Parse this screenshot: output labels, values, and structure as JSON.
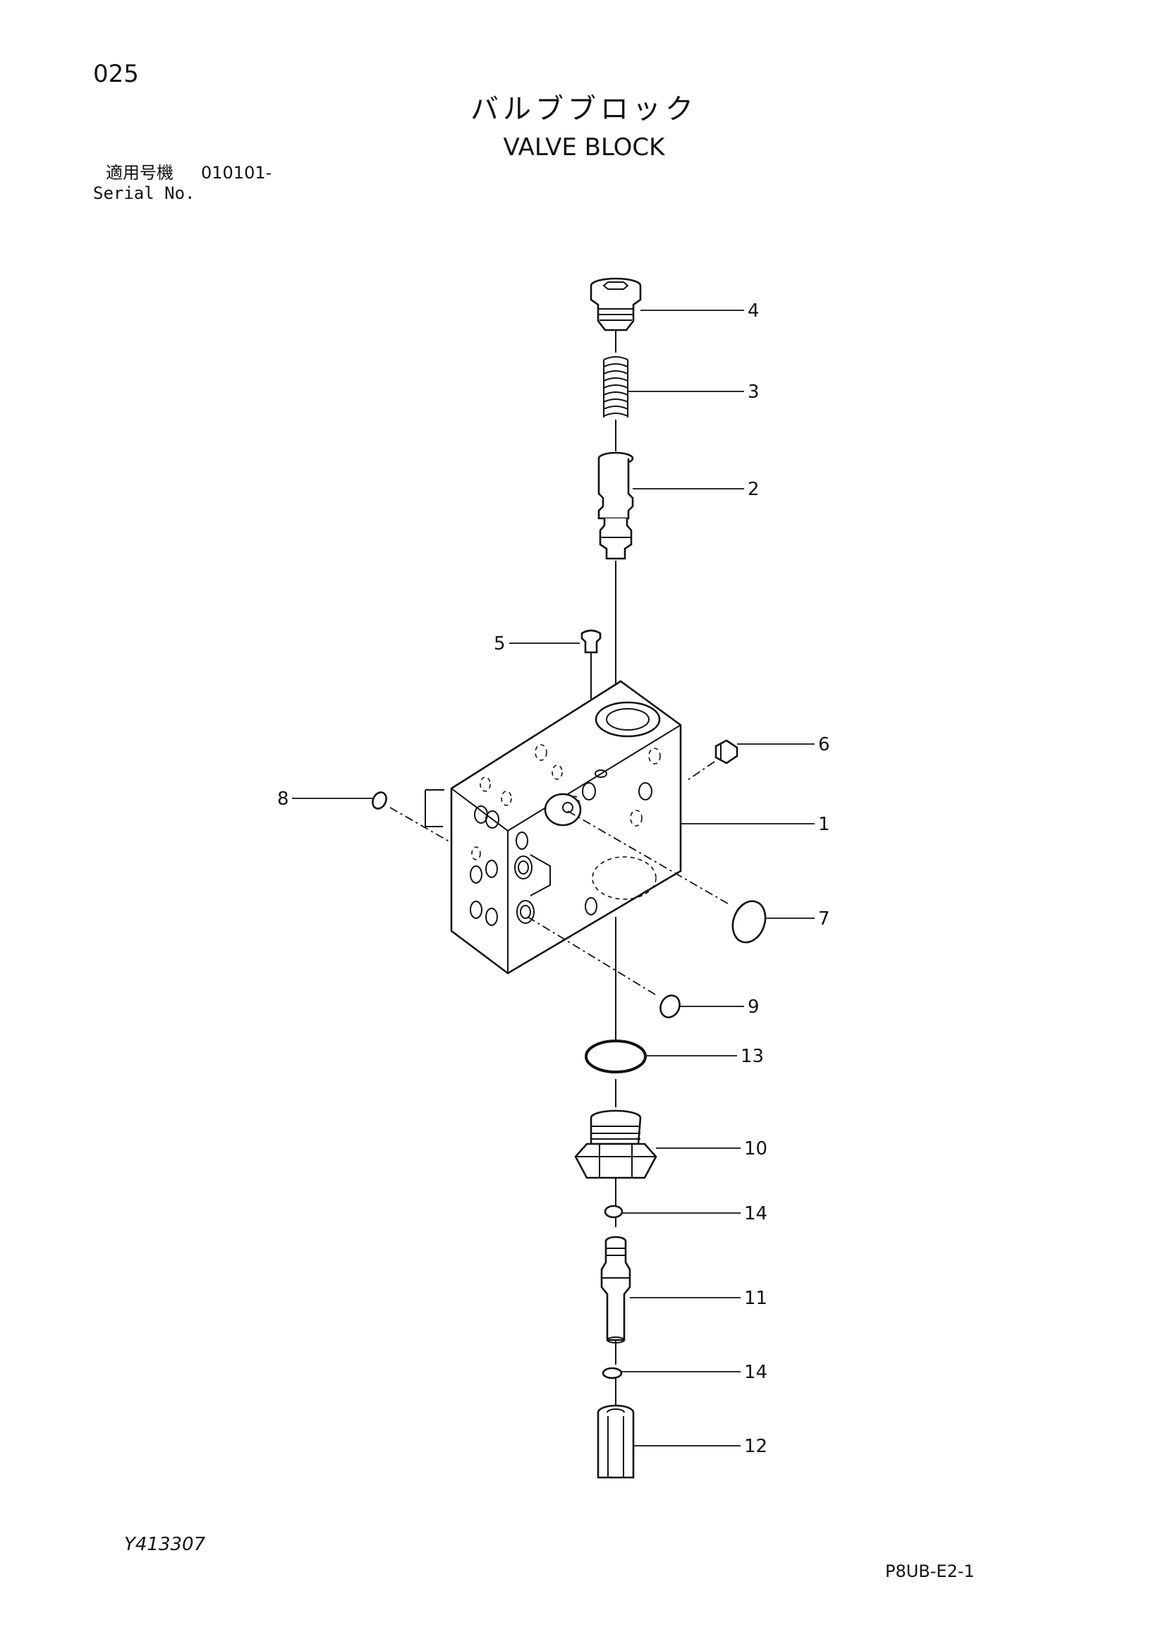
{
  "header": {
    "page_number": "025",
    "title_jp": "バルブブロック",
    "title_en": "VALVE BLOCK",
    "serial_label_jp": "適用号機",
    "serial_value": "010101-",
    "serial_label_en": "Serial No."
  },
  "footer": {
    "drawing_number": "Y413307",
    "page_code": "P8UB-E2-1"
  },
  "callouts": [
    "1",
    "2",
    "3",
    "4",
    "5",
    "6",
    "7",
    "8",
    "9",
    "10",
    "11",
    "12",
    "13",
    "14",
    "14"
  ]
}
